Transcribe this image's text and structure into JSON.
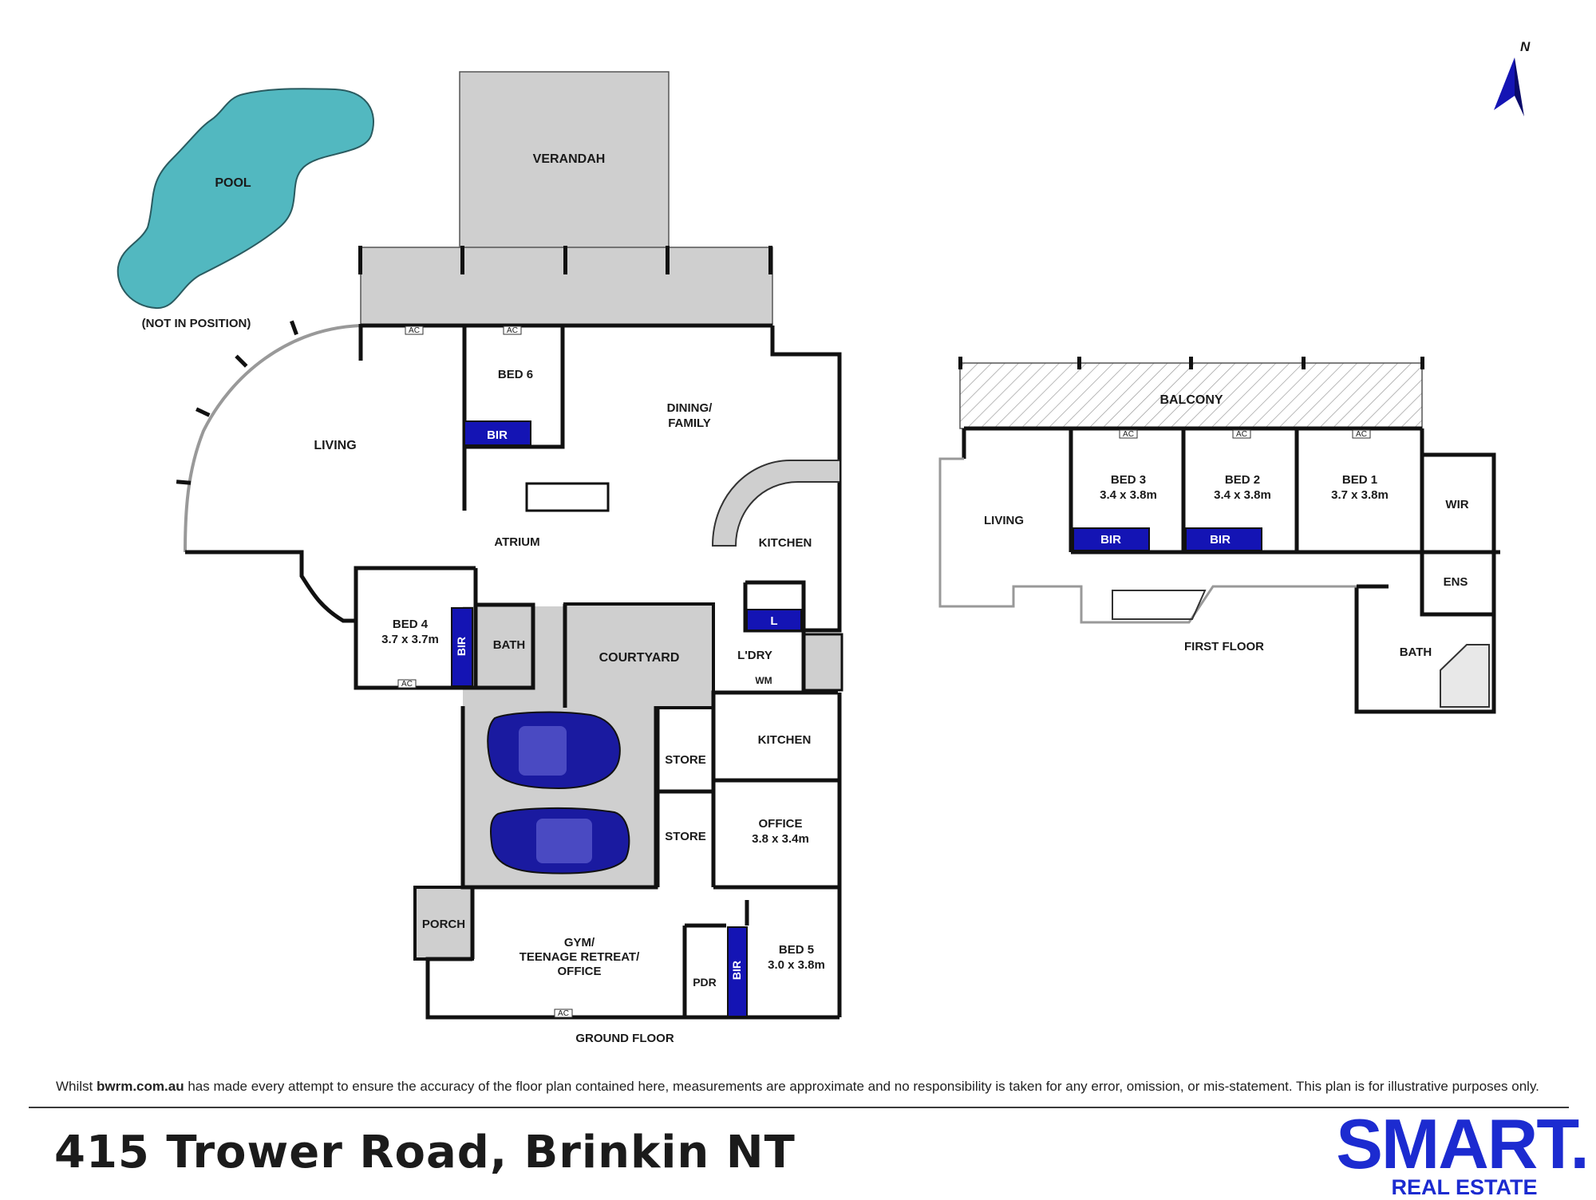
{
  "compass": {
    "label": "N",
    "icon": "north-arrow-icon"
  },
  "ground_floor": {
    "caption": "GROUND FLOOR",
    "pool": {
      "label": "POOL",
      "note": "(NOT IN POSITION)"
    },
    "verandah": "VERANDAH",
    "living": "LIVING",
    "bed6": "BED 6",
    "bed6_bir": "BIR",
    "dining": "DINING/",
    "dining2": "FAMILY",
    "atrium": "ATRIUM",
    "kitchen": "KITCHEN",
    "kitchen2": "KITCHEN",
    "bed4": "BED 4",
    "bed4_size": "3.7 x 3.7m",
    "bed4_bir": "BIR",
    "bath": "BATH",
    "courtyard": "COURTYARD",
    "laundry": "L'DRY",
    "laundry_l": "L",
    "wm": "WM",
    "store1": "STORE",
    "store2": "STORE",
    "office": "OFFICE",
    "office_size": "3.8 x 3.4m",
    "porch": "PORCH",
    "gym1": "GYM/",
    "gym2": "TEENAGE RETREAT/",
    "gym3": "OFFICE",
    "pdr": "PDR",
    "bed5_bir": "BIR",
    "bed5": "BED 5",
    "bed5_size": "3.0 x 3.8m",
    "ac": "AC"
  },
  "first_floor": {
    "caption": "FIRST FLOOR",
    "balcony": "BALCONY",
    "living": "LIVING",
    "bed3": "BED 3",
    "bed3_size": "3.4 x 3.8m",
    "bed2": "BED 2",
    "bed2_size": "3.4 x 3.8m",
    "bed1": "BED 1",
    "bed1_size": "3.7 x 3.8m",
    "bir": "BIR",
    "wir": "WIR",
    "ens": "ENS",
    "bath": "BATH"
  },
  "footer": {
    "disclaimer_pre": "Whilst ",
    "disclaimer_site": "bwrm.com.au",
    "disclaimer_post": " has made every attempt to ensure the accuracy of the floor plan contained here, measurements are approximate and no responsibility is taken for any error, omission, or mis-statement. This plan is for illustrative purposes only.",
    "address": "415 Trower Road, Brinkin NT",
    "brand": "SMART.",
    "brand_sub": "REAL ESTATE"
  },
  "colors": {
    "pool": "#52b8c0",
    "bir": "#1414b4",
    "covered": "#cfcfcf",
    "brand": "#1c2bd0",
    "car": "#1a1aa0"
  }
}
